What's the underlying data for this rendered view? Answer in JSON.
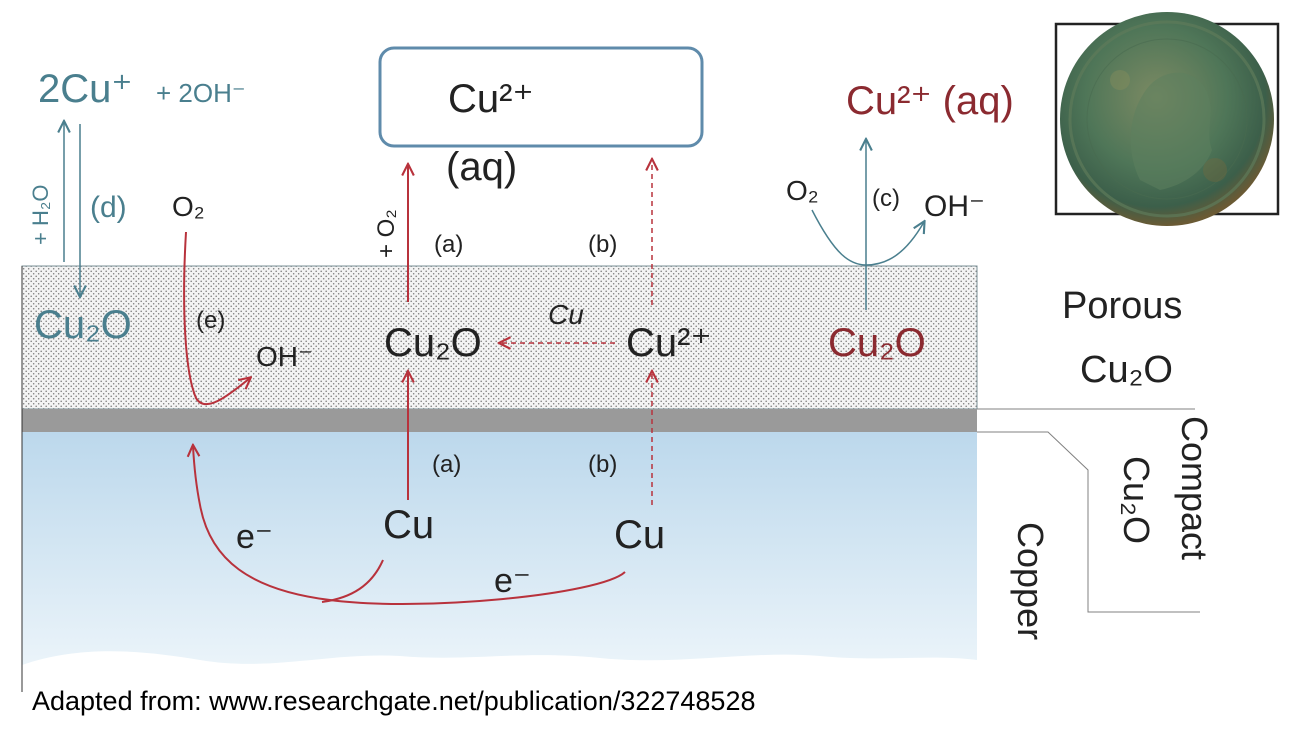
{
  "labels": {
    "cu_plus_top": "2Cu⁺",
    "oh_top": "+ 2OH⁻",
    "h2o_side": "+ H₂O",
    "label_d": "(d)",
    "o2_left": "O₂",
    "label_e": "(e)",
    "oh_left": "OH⁻",
    "cu2o_left": "Cu₂O",
    "cu2plus_box_line1": "Cu²⁺",
    "cu2plus_box_line2": "(aq)",
    "o2_mid": "+ O₂",
    "label_a_top": "(a)",
    "label_b_top": "(b)",
    "cu2o_mid": "Cu₂O",
    "cu_italic": "Cu",
    "cu2plus_mid": "Cu²⁺",
    "label_a_bottom": "(a)",
    "label_b_bottom": "(b)",
    "cu_a": "Cu",
    "cu_b": "Cu",
    "e_minus_1": "e⁻",
    "e_minus_2": "e⁻",
    "cu2plus_aq_right": "Cu²⁺ (aq)",
    "o2_right": "O₂",
    "label_c": "(c)",
    "oh_right": "OH⁻",
    "cu2o_right": "Cu₂O",
    "porous_line1": "Porous",
    "porous_line2": "Cu₂O",
    "compact_line1": "Compact",
    "compact_line2": "Cu₂O",
    "copper": "Copper"
  },
  "caption": "Adapted from: www.researchgate.net/publication/322748528",
  "colors": {
    "teal": "#4a7f8e",
    "dark_red": "#8b2a30",
    "arrow_red": "#b8323c",
    "box_border": "#5f8bab",
    "compact_layer": "#9a9a9a",
    "copper_top": "#bcd8ec",
    "copper_bottom": "#eef6fb"
  },
  "icons": {
    "coin": "copper-coin-photo-icon"
  }
}
